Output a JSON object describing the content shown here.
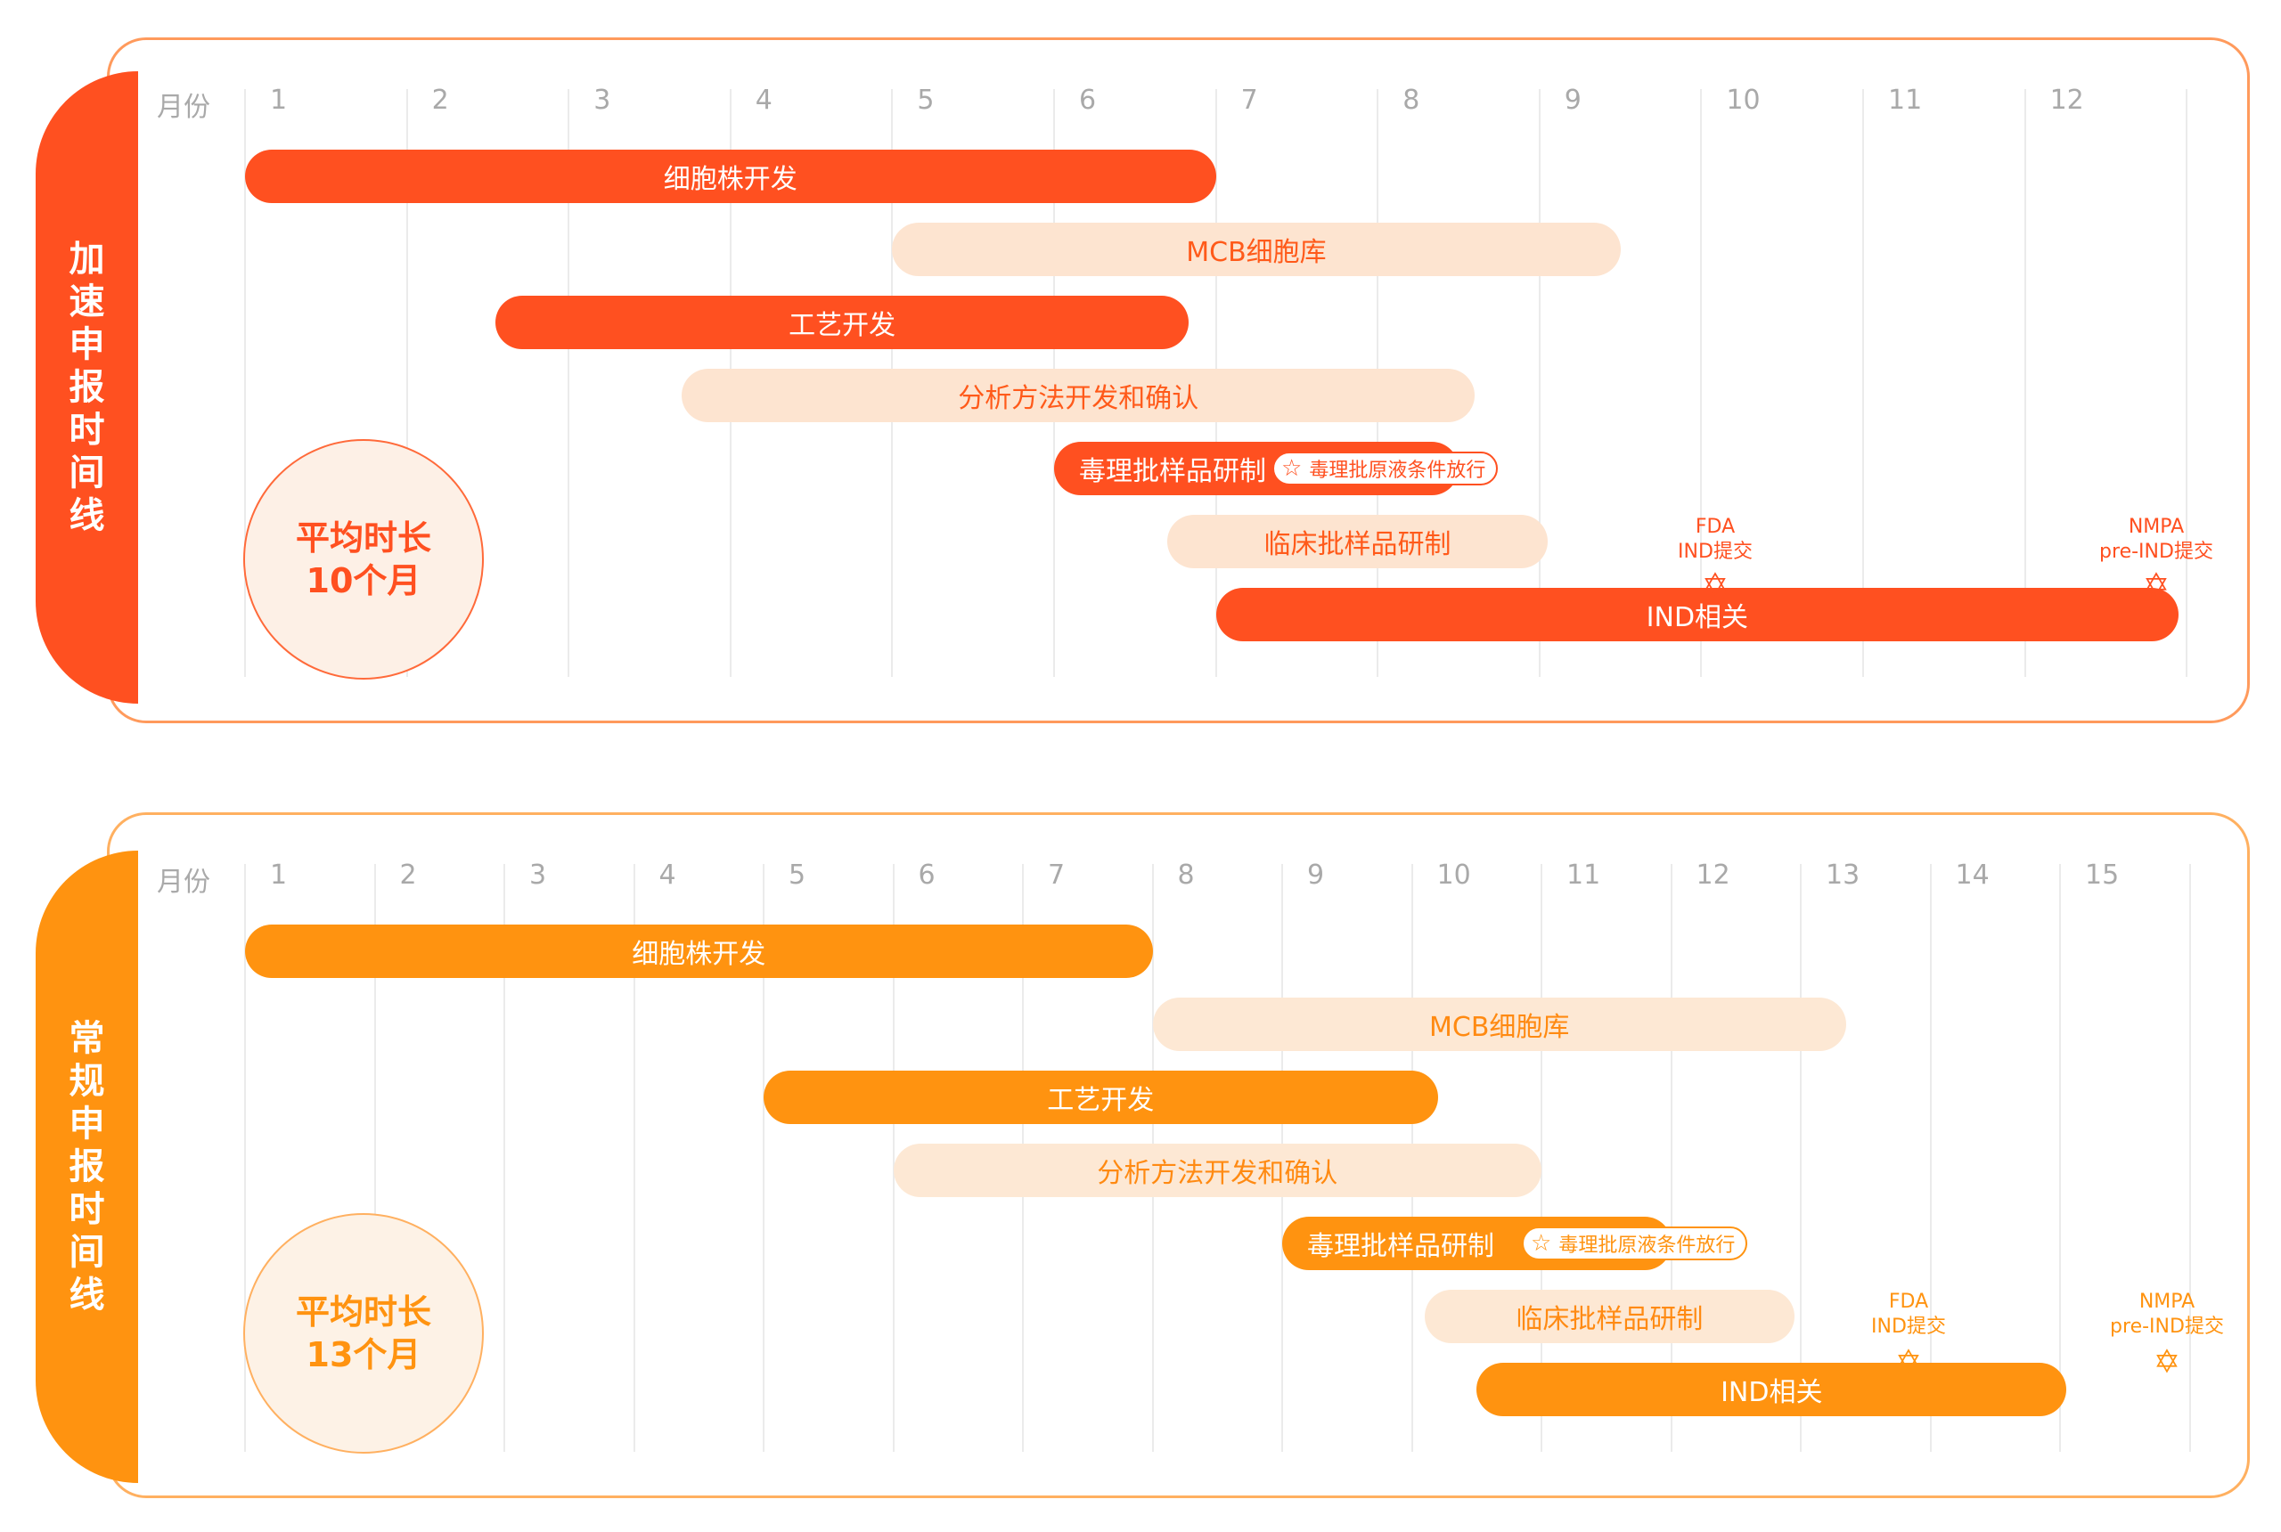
{
  "colors": {
    "accel_primary": "#ff5020",
    "accel_light": "#fde4d0",
    "accel_circle_bg": "#fdf0e6",
    "normal_primary": "#ff9310",
    "normal_light": "#fde8d4",
    "normal_circle_bg": "#fdf2e6",
    "light_text": "#ff5a1a"
  },
  "accelerated": {
    "side_label": "加速申报时间线",
    "header": "月份",
    "avg_line1": "平均时长",
    "avg_line2": "10个月",
    "tag_text": "毒理批原液条件放行",
    "ms_fda_1": "FDA",
    "ms_fda_2": "IND提交",
    "ms_nmpa_1": "NMPA",
    "ms_nmpa_2": "pre-IND提交"
  },
  "regular": {
    "side_label": "常规申报时间线",
    "header": "月份",
    "avg_line1": "平均时长",
    "avg_line2": "13个月",
    "tag_text": "毒理批原液条件放行",
    "ms_fda_1": "FDA",
    "ms_fda_2": "IND提交",
    "ms_nmpa_1": "NMPA",
    "ms_nmpa_2": "pre-IND提交"
  },
  "chart_data": [
    {
      "type": "gantt",
      "title": "加速申报时间线",
      "xlabel": "月份",
      "x_ticks": [
        1,
        2,
        3,
        4,
        5,
        6,
        7,
        8,
        9,
        10,
        11,
        12
      ],
      "tasks": [
        {
          "name": "细胞株开发",
          "start": 1.0,
          "end": 7.0,
          "style": "dark"
        },
        {
          "name": "MCB细胞库",
          "start": 5.0,
          "end": 9.5,
          "style": "light"
        },
        {
          "name": "工艺开发",
          "start": 2.55,
          "end": 6.83,
          "style": "dark"
        },
        {
          "name": "分析方法开发和确认",
          "start": 3.7,
          "end": 8.6,
          "style": "light"
        },
        {
          "name": "毒理批样品研制",
          "start": 6.0,
          "end": 8.5,
          "style": "dark"
        },
        {
          "name": "临床批样品研制",
          "start": 6.7,
          "end": 9.05,
          "style": "light"
        },
        {
          "name": "IND相关",
          "start": 7.0,
          "end": 12.95,
          "style": "dark"
        }
      ],
      "annotations": [
        {
          "text": "毒理批原液条件放行",
          "x": 7.0
        }
      ],
      "milestones": [
        {
          "label": "FDA IND提交",
          "x": 10.1
        },
        {
          "label": "NMPA pre-IND提交",
          "x": 12.85
        }
      ],
      "average_duration": "平均时长 10个月"
    },
    {
      "type": "gantt",
      "title": "常规申报时间线",
      "xlabel": "月份",
      "x_ticks": [
        1,
        2,
        3,
        4,
        5,
        6,
        7,
        8,
        9,
        10,
        11,
        12,
        13,
        14,
        15
      ],
      "tasks": [
        {
          "name": "细胞株开发",
          "start": 1.0,
          "end": 8.0,
          "style": "dark"
        },
        {
          "name": "MCB细胞库",
          "start": 8.0,
          "end": 13.35,
          "style": "light"
        },
        {
          "name": "工艺开发",
          "start": 5.0,
          "end": 10.2,
          "style": "dark"
        },
        {
          "name": "分析方法开发和确认",
          "start": 6.0,
          "end": 11.0,
          "style": "light"
        },
        {
          "name": "毒理批样品研制",
          "start": 9.0,
          "end": 12.0,
          "style": "dark"
        },
        {
          "name": "临床批样品研制",
          "start": 10.1,
          "end": 12.95,
          "style": "light"
        },
        {
          "name": "IND相关",
          "start": 10.5,
          "end": 15.05,
          "style": "dark"
        }
      ],
      "annotations": [
        {
          "text": "毒理批原液条件放行",
          "x": 10.0
        }
      ],
      "milestones": [
        {
          "label": "FDA IND提交",
          "x": 14.45
        },
        {
          "label": "NMPA pre-IND提交",
          "x": 16.45
        }
      ],
      "average_duration": "平均时长 13个月"
    }
  ]
}
